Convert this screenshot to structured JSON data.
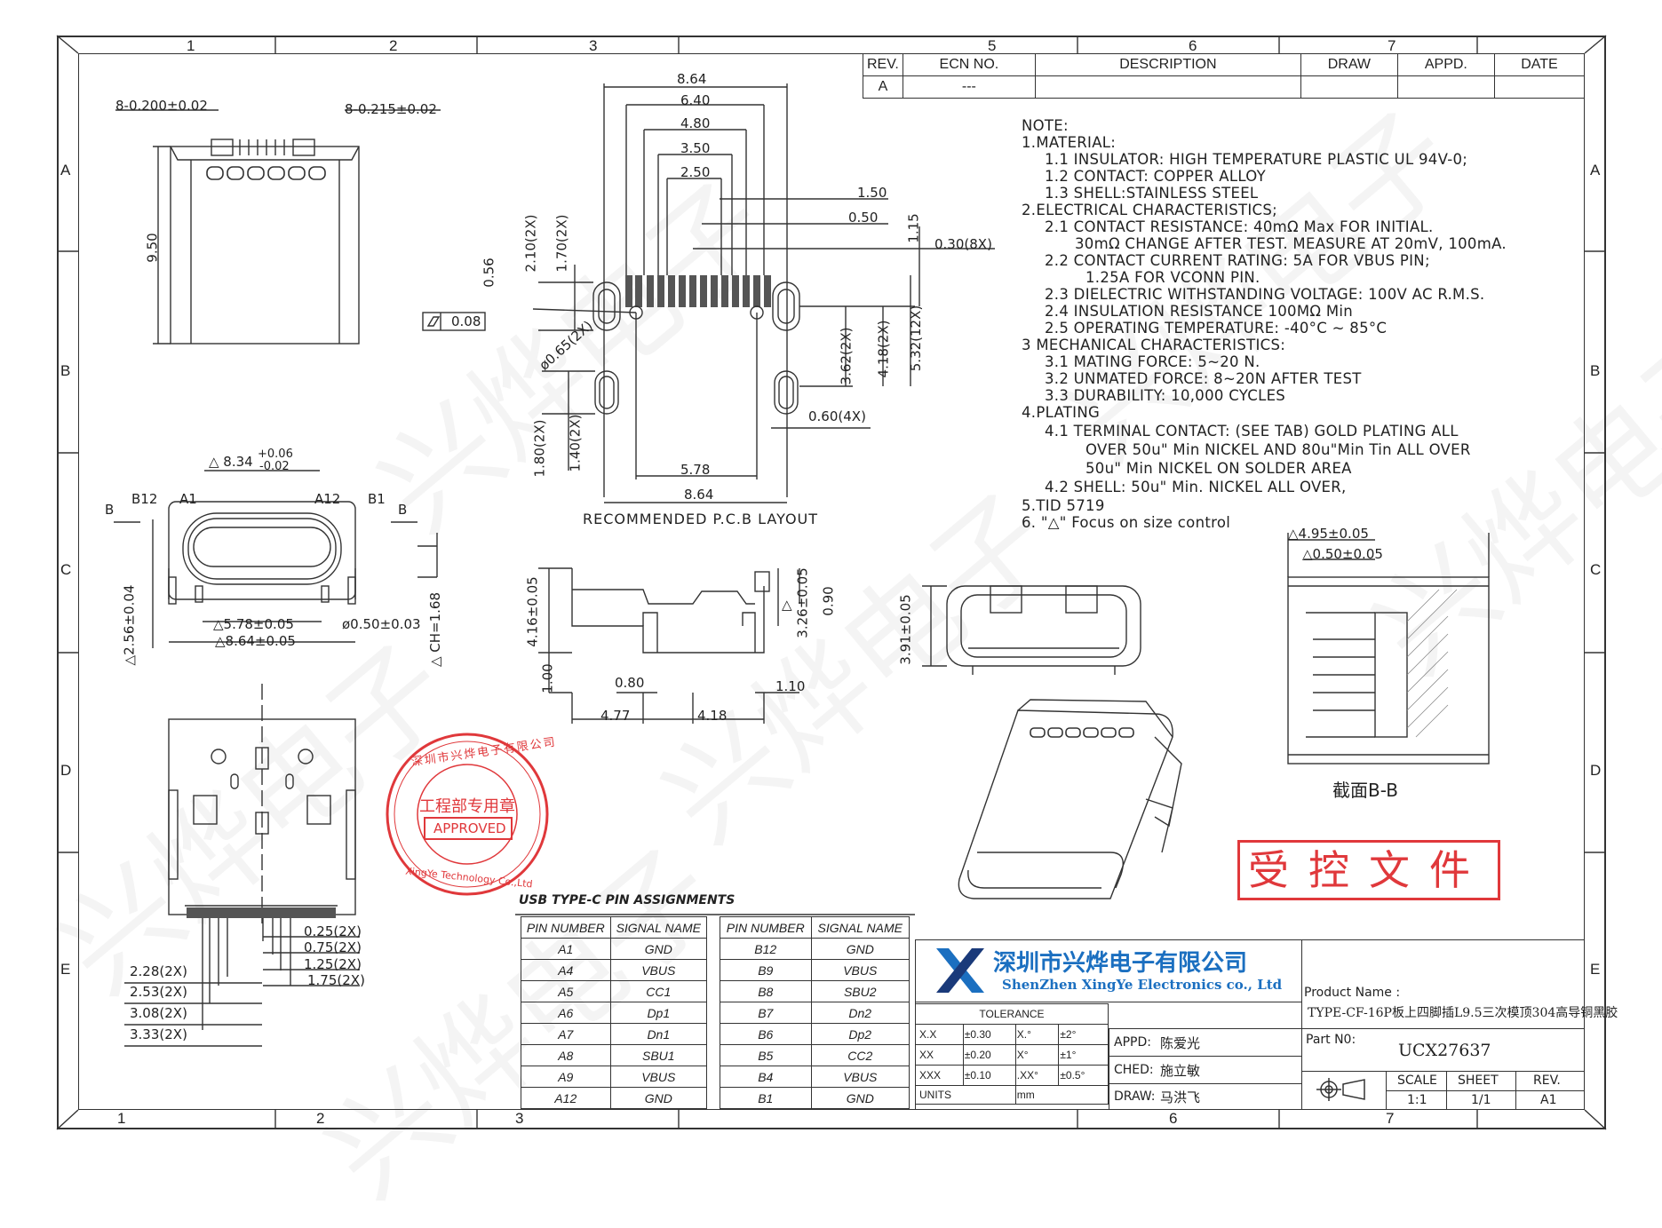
{
  "zones": {
    "columns_top": [
      "1",
      "2",
      "3",
      "5",
      "6",
      "7"
    ],
    "columns_bottom": [
      "1",
      "2",
      "3",
      "6",
      "7"
    ],
    "rows": [
      "A",
      "B",
      "C",
      "D",
      "E"
    ]
  },
  "revision_table": {
    "headers": [
      "REV.",
      "ECN NO.",
      "DESCRIPTION",
      "DRAW",
      "APPD.",
      "DATE"
    ],
    "row": [
      "A",
      "---",
      "",
      "",
      "",
      ""
    ]
  },
  "notes": [
    "NOTE:",
    "1.MATERIAL:",
    "1.1 INSULATOR: HIGH TEMPERATURE PLASTIC UL 94V-0;",
    "1.2 CONTACT: COPPER ALLOY",
    "1.3 SHELL:STAINLESS STEEL",
    "2.ELECTRICAL CHARACTERISTICS;",
    "2.1 CONTACT RESISTANCE: 40mΩ Max FOR INITIAL.",
    "30mΩ CHANGE AFTER TEST.      MEASURE AT 20mV, 100mA.",
    "2.2 CONTACT CURRENT RATING: 5A FOR VBUS PIN;",
    "1.25A FOR VCONN PIN.",
    "2.3 DIELECTRIC WITHSTANDING VOLTAGE: 100V AC R.M.S.",
    "2.4 INSULATION RESISTANCE 100MΩ Min",
    "2.5 OPERATING TEMPERATURE: -40°C ~ 85°C",
    "3 MECHANICAL CHARACTERISTICS:",
    "3.1 MATING FORCE: 5~20 N.",
    "3.2 UNMATED FORCE: 8~20N AFTER TEST",
    "3.3 DURABILITY: 10,000 CYCLES",
    "4.PLATING",
    "4.1 TERMINAL CONTACT: (SEE TAB) GOLD PLATING ALL",
    "OVER 50u\" Min NICKEL AND 80u\"Min Tin ALL OVER",
    "50u\" Min NICKEL ON SOLDER AREA",
    "4.2 SHELL: 50u\" Min. NICKEL ALL OVER,",
    "5.TID 5719",
    "6. \"△\" Focus on size control"
  ],
  "dims_top_view": {
    "left_tol": "8-0.200±0.02",
    "right_tol": "8-0.215±0.02",
    "height": "9.50"
  },
  "pcb_layout": {
    "title": "RECOMMENDED P.C.B LAYOUT",
    "top_dims": [
      "8.64",
      "6.40",
      "4.80",
      "3.50",
      "2.50",
      "1.50",
      "0.50"
    ],
    "bottom_dims": [
      "5.78",
      "8.64"
    ],
    "left_vert": [
      "2.10(2X)",
      "1.70(2X)",
      "0.56"
    ],
    "flatness": "0.08",
    "hole": "ø0.65(2X)",
    "right_vert": [
      "1.15",
      "0.30(8X)",
      "3.62(2X)",
      "4.18(2X)",
      "5.32(12X)"
    ],
    "slot_width": "0.60(4X)",
    "slot_dims": [
      "1.80(2X)",
      "1.40(2X)"
    ]
  },
  "front_view": {
    "width": "△ 8.34",
    "tol_plus": "+0.06",
    "tol_minus": "-0.02",
    "labels": [
      "B12",
      "A1",
      "A12",
      "B1",
      "B",
      "B"
    ],
    "dims": [
      "△5.78±0.05",
      "△8.64±0.05",
      "ø0.50±0.03",
      "△2.56±0.04",
      "△ CH=1.68"
    ]
  },
  "side_view": {
    "dims": [
      "4.16±0.05",
      "1.00",
      "0.80",
      "4.77",
      "4.18",
      "1.10",
      "△",
      "3.26±0.05",
      "0.90"
    ]
  },
  "end_view": {
    "dims": [
      "3.91±0.05"
    ]
  },
  "section": {
    "dims": [
      "△4.95±0.05",
      "△0.50±0.05"
    ],
    "label": "截面B-B"
  },
  "bottom_left_dims": [
    "0.25(2X)",
    "0.75(2X)",
    "1.25(2X)",
    "1.75(2X)",
    "2.28(2X)",
    "2.53(2X)",
    "3.08(2X)",
    "3.33(2X)"
  ],
  "stamp": {
    "ring_text": "深圳市兴烨电子有限公司",
    "ring_en": "XingYe Technology Co.,Ltd",
    "center": "工程部专用章",
    "approved": "APPROVED"
  },
  "controlled_stamp": "受控文件",
  "pin_table_title": "USB TYPE-C PIN ASSIGNMENTS",
  "pin_tables": [
    {
      "headers": [
        "PIN NUMBER",
        "SIGNAL NAME"
      ],
      "rows": [
        [
          "A1",
          "GND"
        ],
        [
          "A4",
          "VBUS"
        ],
        [
          "A5",
          "CC1"
        ],
        [
          "A6",
          "Dp1"
        ],
        [
          "A7",
          "Dn1"
        ],
        [
          "A8",
          "SBU1"
        ],
        [
          "A9",
          "VBUS"
        ],
        [
          "A12",
          "GND"
        ]
      ]
    },
    {
      "headers": [
        "PIN NUMBER",
        "SIGNAL NAME"
      ],
      "rows": [
        [
          "B12",
          "GND"
        ],
        [
          "B9",
          "VBUS"
        ],
        [
          "B8",
          "SBU2"
        ],
        [
          "B7",
          "Dn2"
        ],
        [
          "B6",
          "Dp2"
        ],
        [
          "B5",
          "CC2"
        ],
        [
          "B4",
          "VBUS"
        ],
        [
          "B1",
          "GND"
        ]
      ]
    }
  ],
  "title_block": {
    "company_cn": "深圳市兴烨电子有限公司",
    "company_en": "ShenZhen XingYe Electronics co., Ltd",
    "tolerance_label": "TOLERANCE",
    "tolerance": [
      [
        "X.X",
        "±0.30",
        "X.°",
        "±2°"
      ],
      [
        "XX",
        "±0.20",
        "X°",
        "±1°"
      ],
      [
        "XXX",
        "±0.10",
        ".XX°",
        "±0.5°"
      ]
    ],
    "units_label": "UNITS",
    "units": "mm",
    "appd_label": "APPD:",
    "appd": "陈爱光",
    "ched_label": "CHED:",
    "ched": "施立敏",
    "draw_label": "DRAW:",
    "draw": "马洪飞",
    "product_name_label": "Product Name :",
    "product_name": "TYPE-CF-16P板上四脚插L9.5三次模顶304高导铜黑胶",
    "part_no_label": "Part N0:",
    "part_no": "UCX27637",
    "scale_label": "SCALE",
    "scale": "1:1",
    "sheet_label": "SHEET",
    "sheet": "1/1",
    "rev_label": "REV.",
    "rev": "A1"
  },
  "watermark": "兴烨电子",
  "colors": {
    "stamp_red": "#e0383b",
    "logo_blue": "#1b6fc0",
    "logo_navy": "#1a3a7a",
    "line": "#333333"
  }
}
